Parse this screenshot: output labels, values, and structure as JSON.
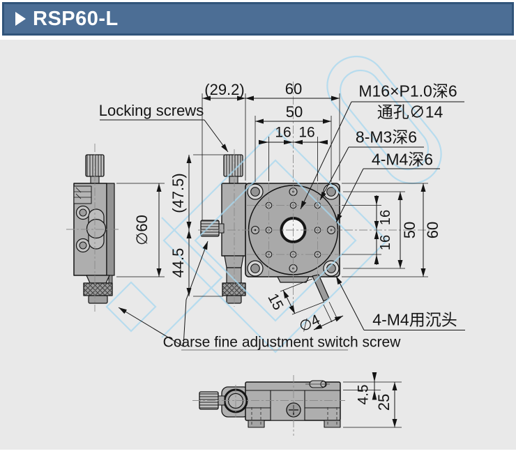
{
  "header": {
    "title": "RSP60-L",
    "icon": "play-triangle-icon"
  },
  "drawing": {
    "labels": {
      "locking_screws": "Locking screws",
      "coarse_fine_switch": "Coarse fine adjustment switch screw",
      "counterbore_note": "4-M4用沉头",
      "center_thread_note": "M16×P1.0深6",
      "through_hole_note": "通孔∅14",
      "m3_holes_note": "8-M3深6",
      "m4_holes_note": "4-M4深6"
    },
    "dimensions": {
      "top_offset": "(29.2)",
      "top_width": "60",
      "top_hole_span": "50",
      "top_pitch_left": "16",
      "top_pitch_right": "16",
      "right_pitch_upper": "16",
      "right_pitch_lower": "16",
      "right_hole_span": "50",
      "right_width": "60",
      "stage_diameter": "∅60",
      "height_to_center": "(47.5)",
      "height_lower": "44.5",
      "pin_length": "15",
      "pin_diameter": "∅4",
      "base_step_height": "4.5",
      "base_height": "25"
    },
    "colors": {
      "header_bg": "#4c6e95",
      "header_border": "#31547a",
      "canvas_bg": "#e9e9e9",
      "line": "#141414",
      "body_fill": "#aeaeae",
      "watermark": "#a6d7ef"
    }
  }
}
